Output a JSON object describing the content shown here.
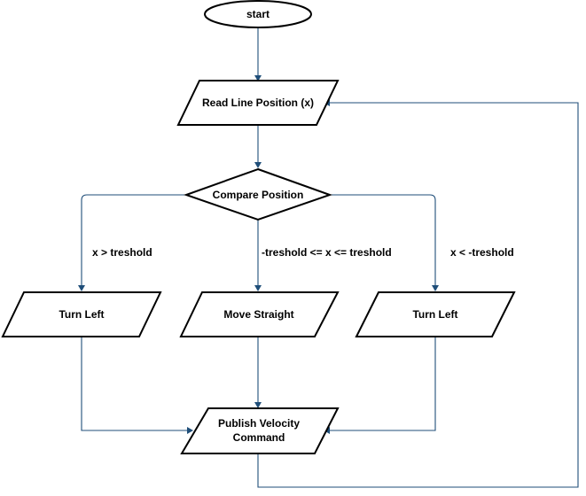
{
  "diagram": {
    "nodes": {
      "start": {
        "label": "start"
      },
      "read": {
        "label": "Read Line Position (x)"
      },
      "compare": {
        "label": "Compare Position"
      },
      "turn_left_a": {
        "label": "Turn Left"
      },
      "straight": {
        "label": "Move Straight"
      },
      "turn_left_b": {
        "label": "Turn Left"
      },
      "publish": {
        "line1": "Publish Velocity",
        "line2": "Command"
      }
    },
    "edge_labels": {
      "left": "x > treshold",
      "middle": "-treshold <= x <= treshold",
      "right": "x < -treshold"
    }
  },
  "colors": {
    "edge": "#1f4e79",
    "shape_stroke": "#000000",
    "shape_fill": "#ffffff",
    "background": "#ffffff"
  }
}
